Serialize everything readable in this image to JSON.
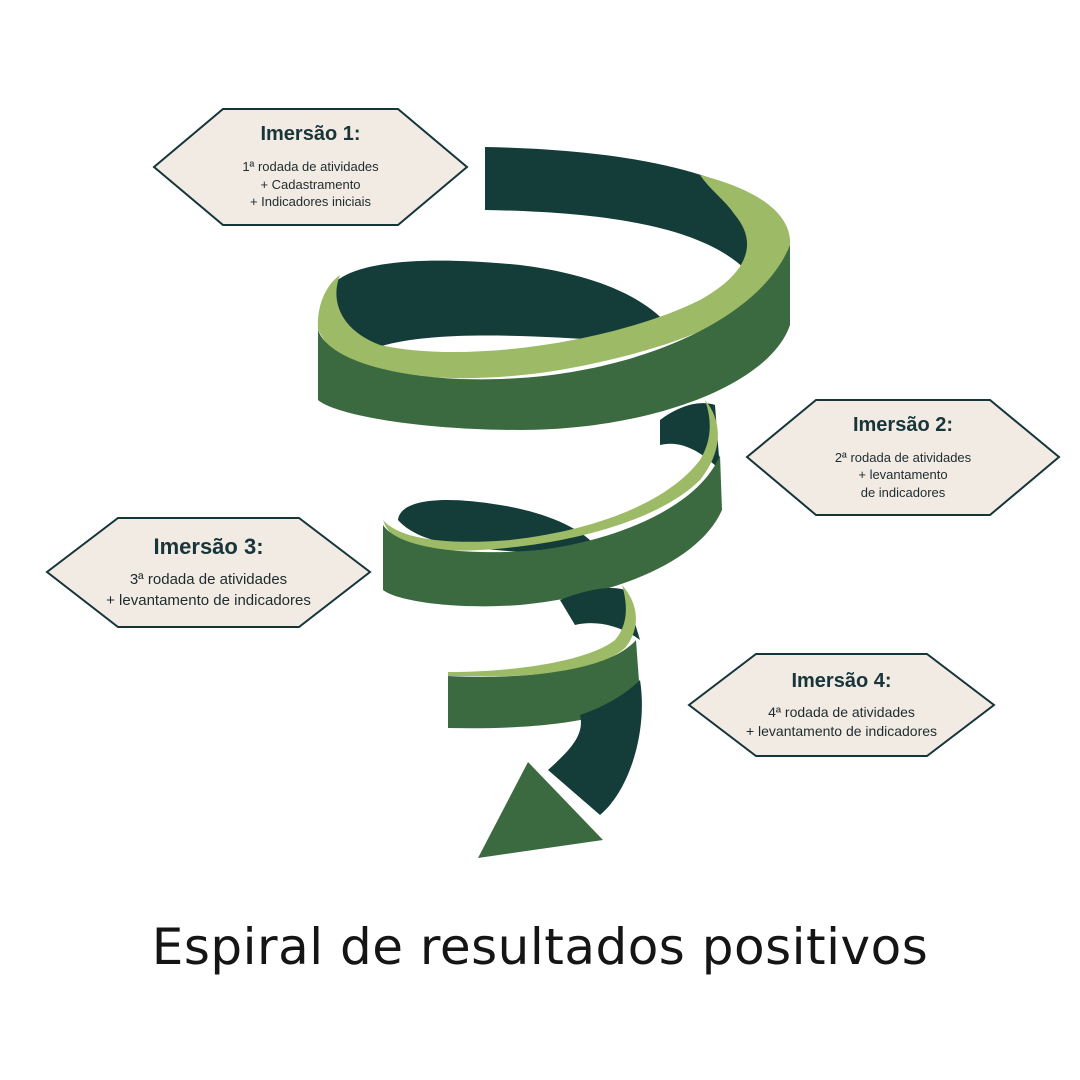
{
  "title": "Espiral de resultados positivos",
  "colors": {
    "spiral_outer": "#3c6a40",
    "spiral_inner": "#143d39",
    "spiral_edge": "#9dba66",
    "hex_fill": "#f2ebe4",
    "hex_border": "#16353a",
    "title_text": "#151515"
  },
  "stages": [
    {
      "title": "Imersão 1:",
      "lines": [
        "1ª rodada de atividades",
        "+ Cadastramento",
        "+ Indicadores iniciais"
      ]
    },
    {
      "title": "Imersão 2:",
      "lines": [
        "2ª rodada de atividades",
        "+ levantamento",
        "de indicadores"
      ]
    },
    {
      "title": "Imersão 3:",
      "lines": [
        "3ª rodada de atividades",
        "+ levantamento de indicadores"
      ]
    },
    {
      "title": "Imersão 4:",
      "lines": [
        "4ª rodada de atividades",
        "+ levantamento de indicadores"
      ]
    }
  ]
}
